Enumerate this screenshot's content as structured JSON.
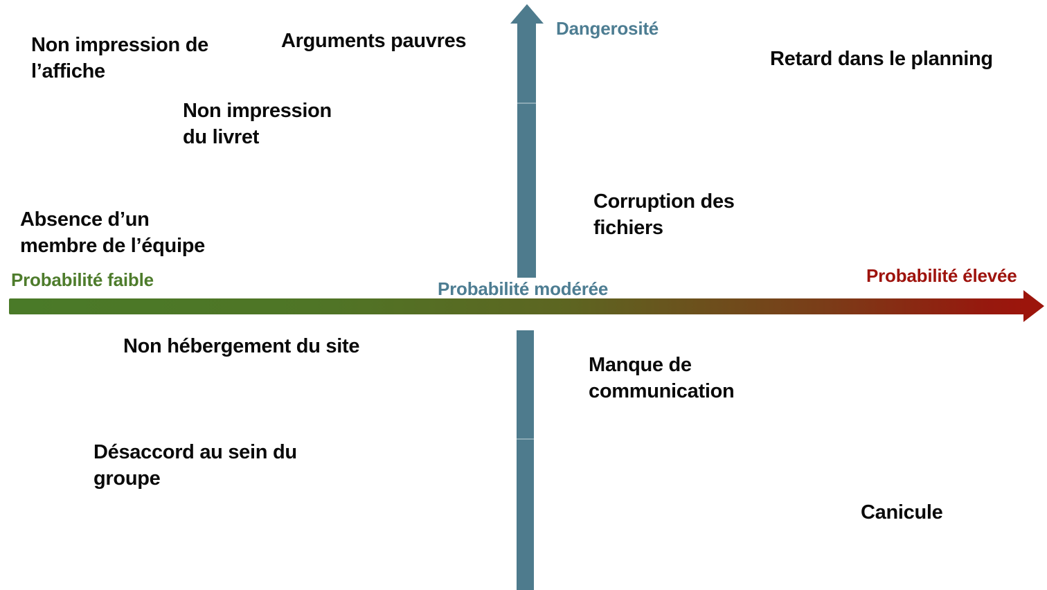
{
  "diagram": {
    "type": "risk-matrix",
    "colors": {
      "vertical_axis": "#4e7b8d",
      "horizontal_gradient_start": "#4a7a28",
      "horizontal_gradient_end": "#9c150c",
      "label_teal": "#4d7d92",
      "label_green": "#4e7c2c",
      "label_red": "#9e130d",
      "risk_text": "#0a0a0a",
      "background": "#ffffff"
    }
  },
  "axes": {
    "vertical": {
      "label": "Dangerosité"
    },
    "horizontal": {
      "left_label": "Probabilité faible",
      "center_label": "Probabilité modérée",
      "right_label": "Probabilité élevée"
    }
  },
  "risks": [
    {
      "label": "Non impression de\nl’affiche",
      "quadrant": "top-left"
    },
    {
      "label": "Arguments pauvres",
      "quadrant": "top-left"
    },
    {
      "label": "Non impression\ndu livret",
      "quadrant": "top-left"
    },
    {
      "label": "Absence d’un\nmembre de l’équipe",
      "quadrant": "top-left"
    },
    {
      "label": "Retard dans le planning",
      "quadrant": "top-right"
    },
    {
      "label": "Corruption des\nfichiers",
      "quadrant": "top-right"
    },
    {
      "label": "Non hébergement du site",
      "quadrant": "bottom-left"
    },
    {
      "label": "Manque de\ncommunication",
      "quadrant": "bottom-right"
    },
    {
      "label": "Désaccord au sein du\ngroupe",
      "quadrant": "bottom-left"
    },
    {
      "label": "Canicule",
      "quadrant": "bottom-right"
    }
  ]
}
